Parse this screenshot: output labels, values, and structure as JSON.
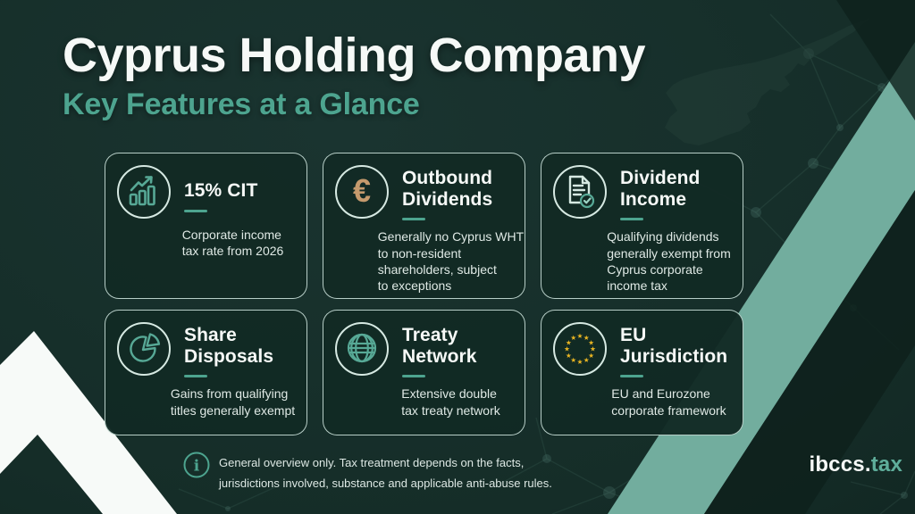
{
  "header": {
    "title": "Cyprus Holding Company",
    "subtitle": "Key Features at a Glance"
  },
  "cards": [
    {
      "icon": "bar-chart-growth-icon",
      "title": "15% CIT",
      "description": "Corporate income\ntax rate from 2026"
    },
    {
      "icon": "euro-icon",
      "symbol": "€",
      "title": "Outbound Dividends",
      "description": "Generally no Cyprus WHT\nto non-resident\nshareholders, subject\nto exceptions"
    },
    {
      "icon": "document-check-icon",
      "title": "Dividend Income",
      "description": "Qualifying dividends\ngenerally exempt from\nCyprus corporate\nincome tax"
    },
    {
      "icon": "pie-chart-icon",
      "title": "Share Disposals",
      "description": "Gains from qualifying\ntitles generally exempt"
    },
    {
      "icon": "globe-icon",
      "title": "Treaty Network",
      "description": "Extensive double\ntax treaty network"
    },
    {
      "icon": "eu-stars-icon",
      "title": "EU Jurisdiction",
      "description": "EU and Eurozone\ncorporate framework"
    }
  ],
  "footer": {
    "info_icon": "info-icon",
    "disclaimer_line1": "General overview only. Tax treatment depends on the facts,",
    "disclaimer_line2": "jurisdictions involved, substance and applicable anti-abuse rules."
  },
  "logo": {
    "main": "ibccs.",
    "accent": "tax"
  },
  "colors": {
    "background": "#152d28",
    "accent_teal": "#4da48f",
    "stripe_light": "#72ad9e",
    "dark_band": "#0e211c",
    "chevron_white": "#f7faf8",
    "euro_tan": "#c59a6d",
    "star_gold": "#e9b522",
    "card_border": "#d6e9e2",
    "icon_teal": "#57a996"
  }
}
